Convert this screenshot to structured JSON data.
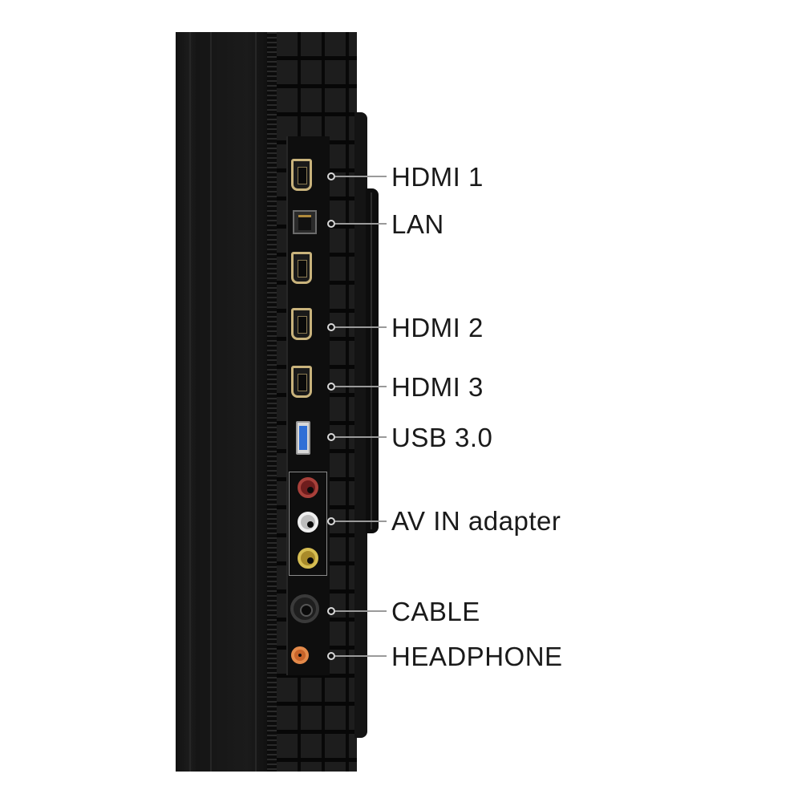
{
  "ports": {
    "hdmi_1": "HDMI 1",
    "lan": "LAN",
    "hdmi_2": "HDMI 2",
    "hdmi_3": "HDMI 3",
    "usb": "USB 3.0",
    "av_in": "AV IN adapter",
    "cable": "CABLE",
    "headphone": "HEADPHONE"
  },
  "colors": {
    "hdmi_trim": "#c9b37c",
    "usb_blue": "#2f6fd6",
    "rca_red": "#a8403a",
    "rca_white": "#efefef",
    "rca_yellow": "#d6bd52",
    "headphone_orange": "#e48a4a"
  }
}
